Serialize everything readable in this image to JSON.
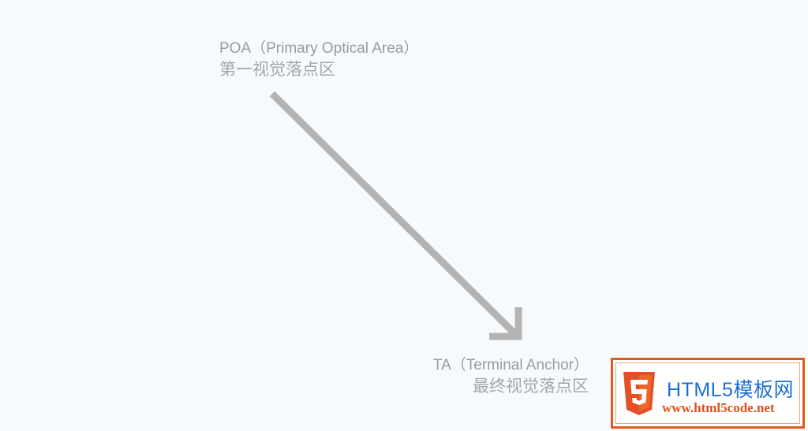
{
  "start": {
    "label_en": "POA（Primary Optical Area）",
    "label_zh": "第一视觉落点区"
  },
  "end": {
    "label_en": "TA（Terminal Anchor）",
    "label_zh": "最终视觉落点区"
  },
  "watermark": {
    "icon": "html5-shield-icon",
    "brand": "HTML5模板网",
    "url": "www.html5code.net",
    "accent_color": "#e35b1c",
    "brand_color": "#1f6fd1"
  },
  "colors": {
    "background": "#f6fafd",
    "arrow": "#b3b3b3",
    "text": "#9b9b9b"
  }
}
